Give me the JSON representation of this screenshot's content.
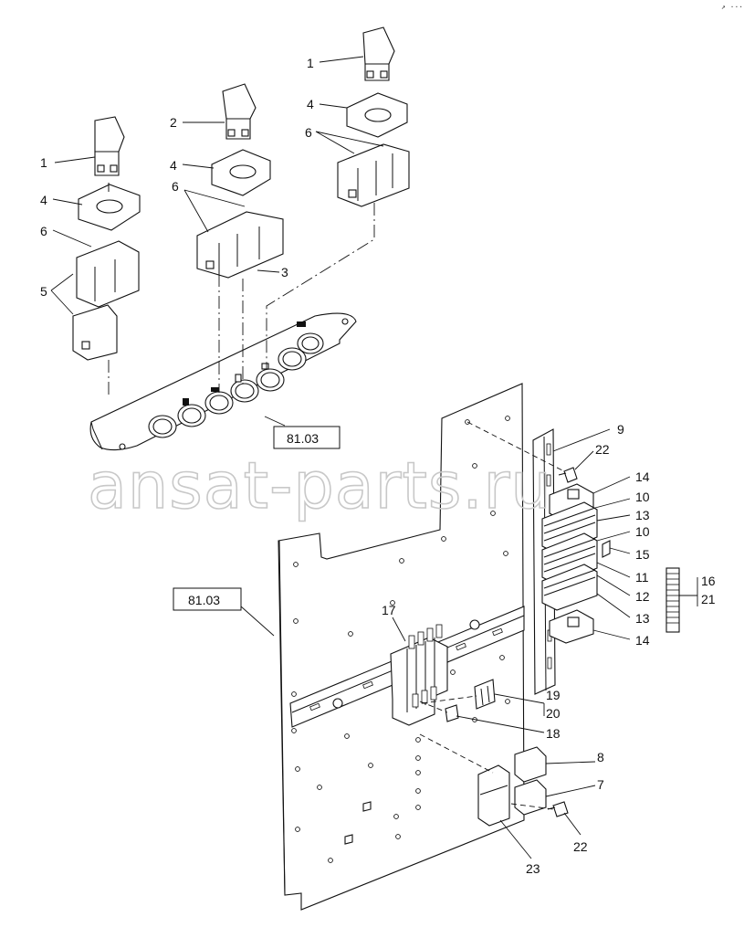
{
  "watermark": "ansat-parts.ru",
  "corner_mark": "↗ ···",
  "reference_boxes": [
    {
      "id": "ref-upper",
      "text": "81.03"
    },
    {
      "id": "ref-left",
      "text": "81.03"
    }
  ],
  "callouts": [
    "1",
    "2",
    "1",
    "4",
    "4",
    "4",
    "6",
    "6",
    "6",
    "5",
    "3",
    "9",
    "22",
    "14",
    "10",
    "13",
    "10",
    "15",
    "11",
    "12",
    "13",
    "14",
    "16",
    "21",
    "17",
    "19",
    "20",
    "18",
    "8",
    "7",
    "22",
    "23"
  ]
}
